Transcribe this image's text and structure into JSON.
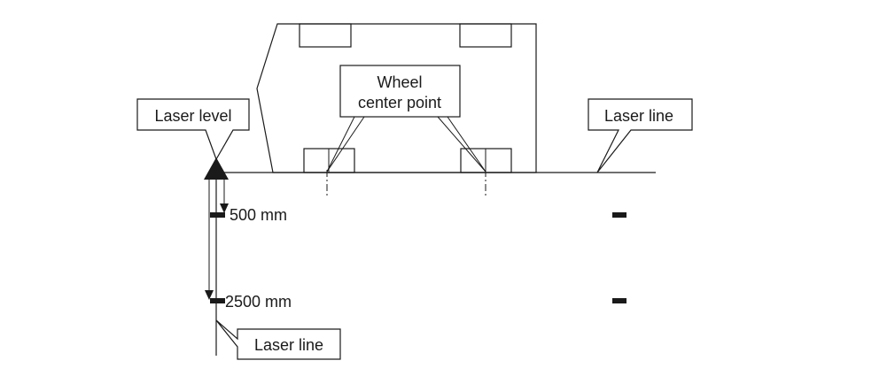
{
  "diagram": {
    "labels": {
      "laser_level": "Laser level",
      "wheel_center_line1": "Wheel",
      "wheel_center_line2": "center point",
      "laser_line_right": "Laser line",
      "laser_line_bottom": "Laser line",
      "distance_500": "500 mm",
      "distance_2500": "2500 mm"
    },
    "colors": {
      "ink": "#1a1a1a",
      "background": "#ffffff"
    }
  }
}
